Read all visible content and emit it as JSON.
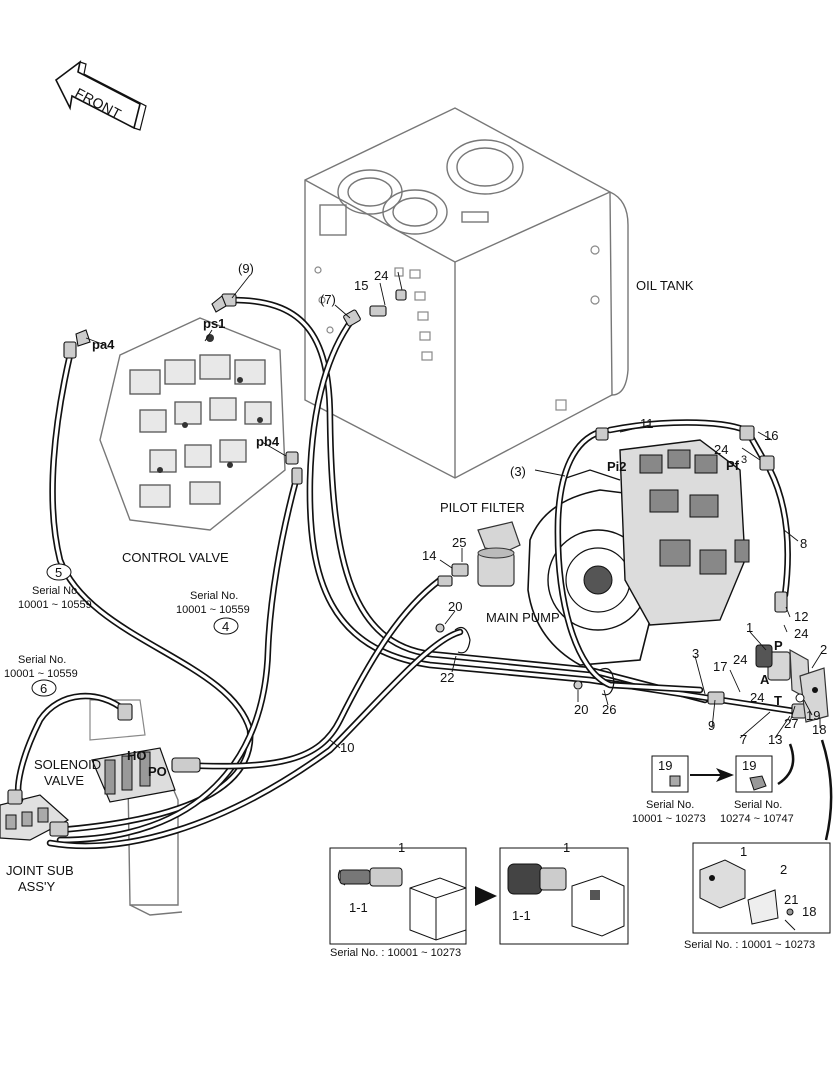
{
  "orientation": {
    "front_label": "FRONT"
  },
  "components": {
    "oil_tank": "OIL TANK",
    "control_valve": "CONTROL VALVE",
    "pilot_filter": "PILOT FILTER",
    "main_pump": "MAIN PUMP",
    "solenoid_valve_line1": "SOLENOID",
    "solenoid_valve_line2": "VALVE",
    "joint_sub_line1": "JOINT SUB",
    "joint_sub_line2": "ASS'Y"
  },
  "ports": {
    "ps1": "ps1",
    "pa4": "pa4",
    "pb4": "pb4",
    "pi2": "Pi2",
    "pf": "Pf",
    "pf_sup": "3",
    "p": "P",
    "a": "A",
    "t": "T",
    "ho": "HO",
    "po": "PO"
  },
  "callouts": {
    "c9p": "(9)",
    "c7p": "(7)",
    "c3p": "(3)",
    "c24_tank": "24",
    "c15": "15",
    "c11": "11",
    "c24_pi": "24",
    "c16": "16",
    "c8": "8",
    "c12": "12",
    "c24_mid": "24",
    "c1_top": "1",
    "c2_top": "2",
    "c14": "14",
    "c25": "25",
    "c20_top": "20",
    "c22": "22",
    "c3": "3",
    "c17": "17",
    "c24_a": "24",
    "c24_b": "24",
    "c27": "27",
    "c19": "19",
    "c18": "18",
    "c20_low": "20",
    "c26": "26",
    "c9": "9",
    "c7": "7",
    "c13": "13",
    "c10": "10"
  },
  "circled": {
    "five": "5",
    "four": "4",
    "six": "6"
  },
  "serials": {
    "s5_l1": "Serial No.",
    "s5_l2": "10001 ~ 10559",
    "s4_l1": "Serial No.",
    "s4_l2": "10001 ~ 10559",
    "s6_l1": "Serial No.",
    "s6_l2": "10001 ~ 10559"
  },
  "insets": {
    "bolt_old_num": "19",
    "bolt_old_l1": "Serial No.",
    "bolt_old_l2": "10001 ~ 10273",
    "bolt_new_num": "19",
    "bolt_new_l1": "Serial No.",
    "bolt_new_l2": "10274 ~ 10747",
    "sol_old_num": "1",
    "sol_old_sub": "1-1",
    "sol_old_serial": "Serial No. : 10001 ~ 10273",
    "sol_new_num": "1",
    "sol_new_sub": "1-1",
    "brk_num1": "1",
    "brk_num2": "2",
    "brk_num21": "21",
    "brk_num18": "18",
    "brk_serial": "Serial No. : 10001 ~ 10273"
  }
}
